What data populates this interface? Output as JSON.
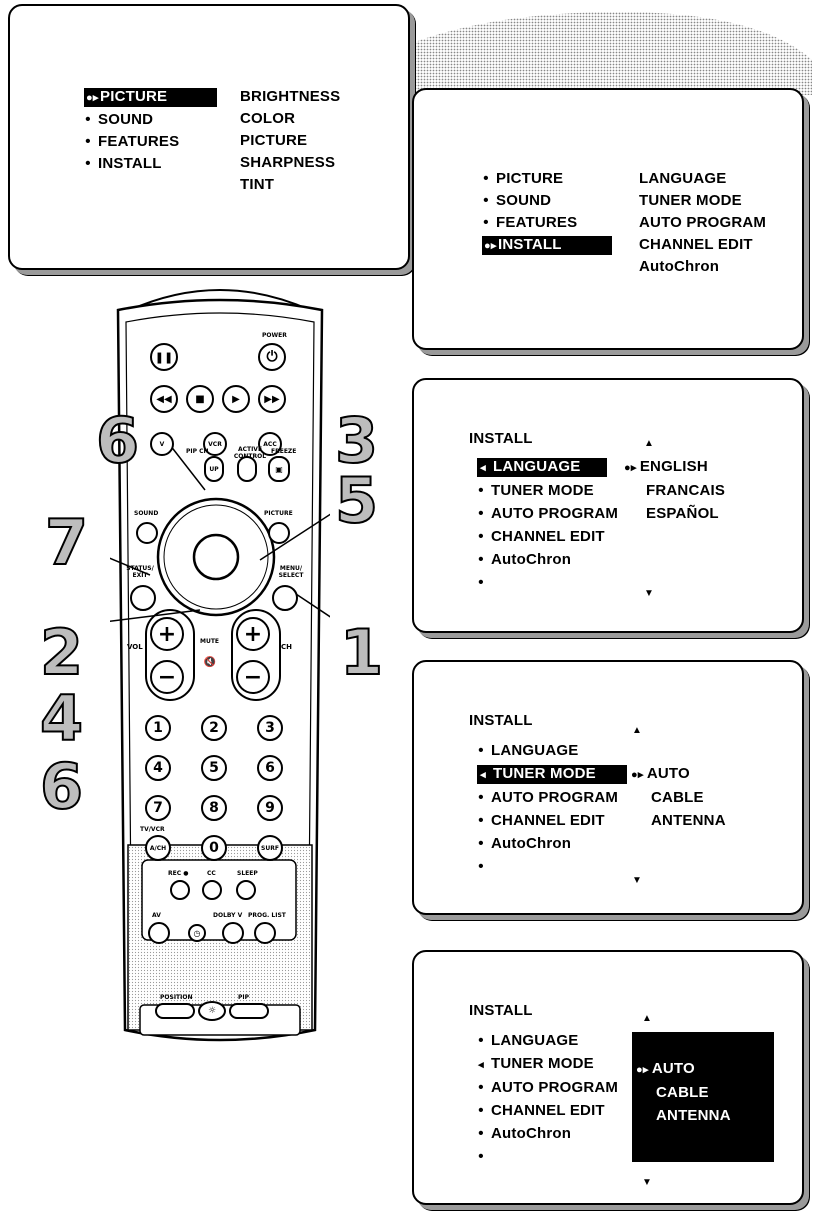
{
  "screen1": {
    "menu": [
      "PICTURE",
      "SOUND",
      "FEATURES",
      "INSTALL"
    ],
    "submenu": [
      "BRIGHTNESS",
      "COLOR",
      "PICTURE",
      "SHARPNESS",
      "TINT"
    ]
  },
  "screen2": {
    "menu": [
      "PICTURE",
      "SOUND",
      "FEATURES",
      "INSTALL"
    ],
    "submenu": [
      "LANGUAGE",
      "TUNER MODE",
      "AUTO PROGRAM",
      "CHANNEL EDIT",
      "AutoChron"
    ]
  },
  "screen3": {
    "title": "INSTALL",
    "items": [
      "LANGUAGE",
      "TUNER MODE",
      "AUTO PROGRAM",
      "CHANNEL EDIT",
      "AutoChron"
    ],
    "options": [
      "ENGLISH",
      "FRANCAIS",
      "ESPAÑOL"
    ]
  },
  "screen4": {
    "title": "INSTALL",
    "items": [
      "LANGUAGE",
      "TUNER MODE",
      "AUTO PROGRAM",
      "CHANNEL EDIT",
      "AutoChron"
    ],
    "options": [
      "AUTO",
      "CABLE",
      "ANTENNA"
    ]
  },
  "screen5": {
    "title": "INSTALL",
    "items": [
      "LANGUAGE",
      "TUNER MODE",
      "AUTO PROGRAM",
      "CHANNEL EDIT",
      "AutoChron"
    ],
    "options": [
      "AUTO",
      "CABLE",
      "ANTENNA"
    ]
  },
  "callouts": {
    "step6_top": "6",
    "step3": "3",
    "step5": "5",
    "step7": "7",
    "step2": "2",
    "step4": "4",
    "step6_bottom": "6",
    "step1": "1"
  },
  "remote": {
    "power": "POWER",
    "vcr": "VCR",
    "acc": "ACC",
    "pip_ch": "PIP CH",
    "up": "UP",
    "active_control": "ACTIVE CONTROL",
    "freeze": "FREEZE",
    "sound": "SOUND",
    "picture": "PICTURE",
    "status_exit": "STATUS/ EXIT",
    "menu_select": "MENU/ SELECT",
    "vol": "VOL",
    "mute": "MUTE",
    "ch": "CH",
    "digits": [
      "1",
      "2",
      "3",
      "4",
      "5",
      "6",
      "7",
      "8",
      "9",
      "0"
    ],
    "tv_vcr": "TV/VCR",
    "a_ch": "A/CH",
    "surf": "SURF",
    "rec": "REC ●",
    "cc": "CC",
    "sleep": "SLEEP",
    "av": "AV",
    "dolby_v": "DOLBY V",
    "prog_list": "PROG. LIST",
    "position": "POSITION",
    "pip": "PIP"
  }
}
